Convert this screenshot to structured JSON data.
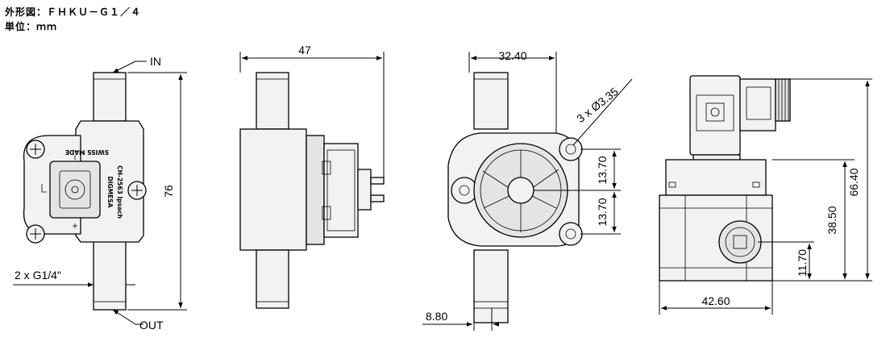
{
  "header": {
    "title": "外形図：ＦＨＫＵ－Ｇ１／４",
    "unit": "単位：ｍｍ"
  },
  "labels": {
    "in": "IN",
    "out": "OUT",
    "thread": "2 x G1/4\"",
    "brand": "DIGMESA",
    "address": "CH-2563 Ipsach",
    "made": "SWISS MADE"
  },
  "dimensions": {
    "height": "76",
    "depth": "47",
    "width": "32.40",
    "holes": "3 x Ø3.35",
    "hole_spacing_a": "13.70",
    "hole_spacing_b": "13.70",
    "offset": "8.80",
    "total_height": "66.40",
    "body_height": "38.50",
    "port_height": "11.70",
    "body_width": "42.60"
  }
}
